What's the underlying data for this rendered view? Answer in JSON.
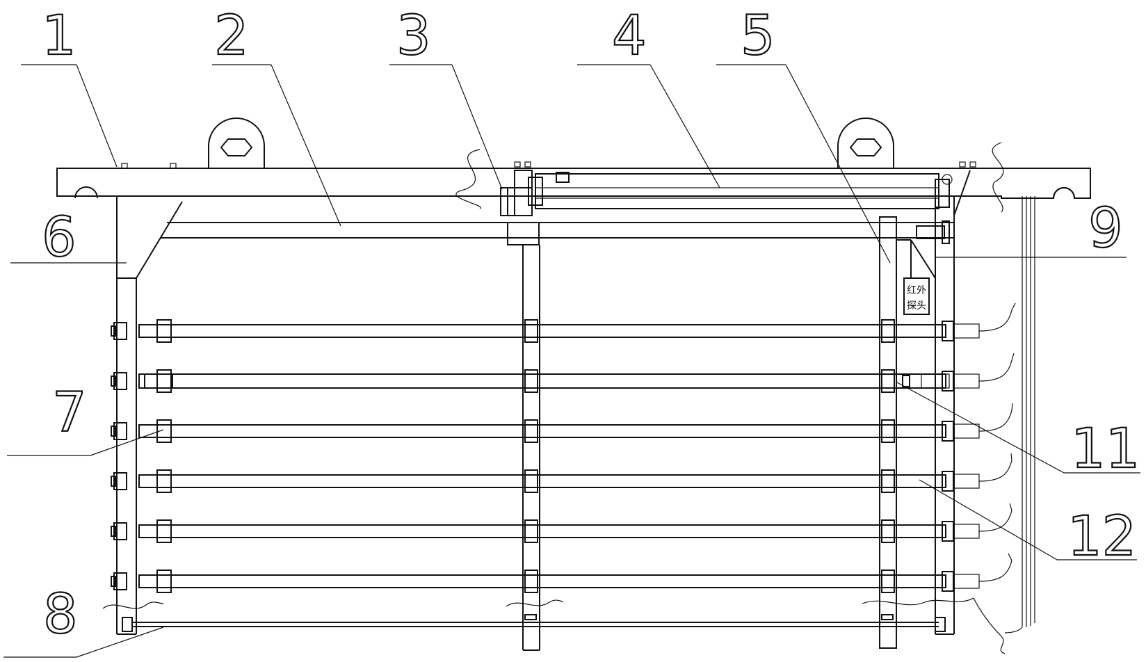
{
  "diagram": {
    "callouts": [
      "1",
      "2",
      "3",
      "4",
      "5",
      "6",
      "7",
      "8",
      "9",
      "11",
      "12"
    ],
    "probe_label_line1": "红外",
    "probe_label_line2": "探头",
    "tube_marking": "(tiny unreadable marking)",
    "tube_count": 6
  }
}
